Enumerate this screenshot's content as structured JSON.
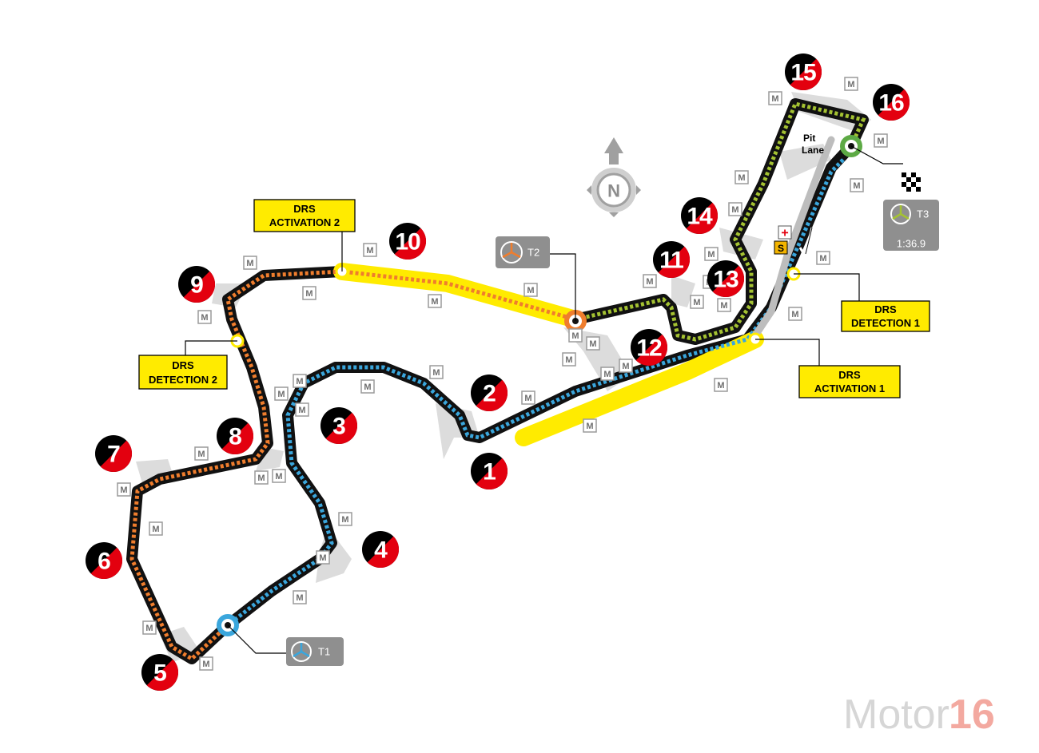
{
  "corners": [
    "1",
    "2",
    "3",
    "4",
    "5",
    "6",
    "7",
    "8",
    "9",
    "10",
    "11",
    "12",
    "13",
    "14",
    "15",
    "16"
  ],
  "marshal_label": "M",
  "drs": {
    "activation_1": [
      "DRS",
      "ACTIVATION 1"
    ],
    "activation_2": [
      "DRS",
      "ACTIVATION 2"
    ],
    "detection_1": [
      "DRS",
      "DETECTION 1"
    ],
    "detection_2": [
      "DRS",
      "DETECTION 2"
    ]
  },
  "sectors": {
    "t1": "T1",
    "t2": "T2",
    "t3": "T3"
  },
  "lap_time": "1:36.9",
  "pit_lane": [
    "Pit",
    "Lane"
  ],
  "compass": "N",
  "markers": {
    "medical": "+",
    "safety": "S"
  },
  "logo": {
    "part1": "Motor",
    "part2": "16"
  },
  "colors": {
    "sector1": "#3aa6dc",
    "sector2": "#ef7d2d",
    "sector3": "#a4c232",
    "drs_zone": "#ffeb00",
    "corner_red": "#e3000f",
    "runoff": "#d9d9d9"
  },
  "icons": [
    "compass-icon",
    "timing-icon",
    "chequered-flag-icon",
    "medical-cross-icon",
    "safety-car-icon",
    "pit-entry-arrow-icon"
  ]
}
